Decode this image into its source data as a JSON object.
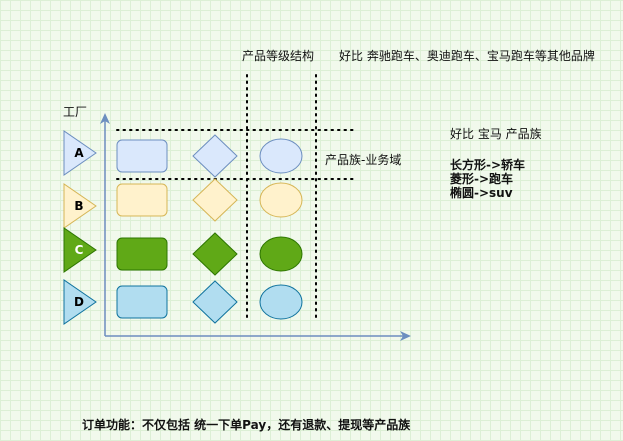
{
  "labels": {
    "factory": "工厂",
    "product_grade_structure": "产品等级结构",
    "grade_example": "好比 奔驰跑车、奥迪跑车、宝马跑车等其他品牌",
    "family_business_domain": "产品族-业务域",
    "family_example": "好比 宝马 产品族",
    "shape_map_1": "长方形->轿车",
    "shape_map_2": "菱形->跑车",
    "shape_map_3": "椭圆->suv",
    "order_note": "订单功能：不仅包括 统一下单Pay，还有退款、提现等产品族"
  },
  "factories": [
    {
      "name": "A",
      "fill": "#dae8fc",
      "stroke": "#6c8ebf",
      "text": "#000000"
    },
    {
      "name": "B",
      "fill": "#fff2cc",
      "stroke": "#d6b656",
      "text": "#000000"
    },
    {
      "name": "C",
      "fill": "#60a917",
      "stroke": "#2d7600",
      "text": "#ffffff"
    },
    {
      "name": "D",
      "fill": "#b1ddf0",
      "stroke": "#10739e",
      "text": "#000000"
    }
  ],
  "colors": {
    "axis": "#6c8ebf",
    "dotted": "#000000",
    "row_fills": [
      "#dae8fc",
      "#fff2cc",
      "#60a917",
      "#b1ddf0"
    ],
    "row_strokes": [
      "#6c8ebf",
      "#d6b656",
      "#2d7600",
      "#10739e"
    ]
  },
  "shapes": [
    "rectangle",
    "diamond",
    "ellipse"
  ]
}
